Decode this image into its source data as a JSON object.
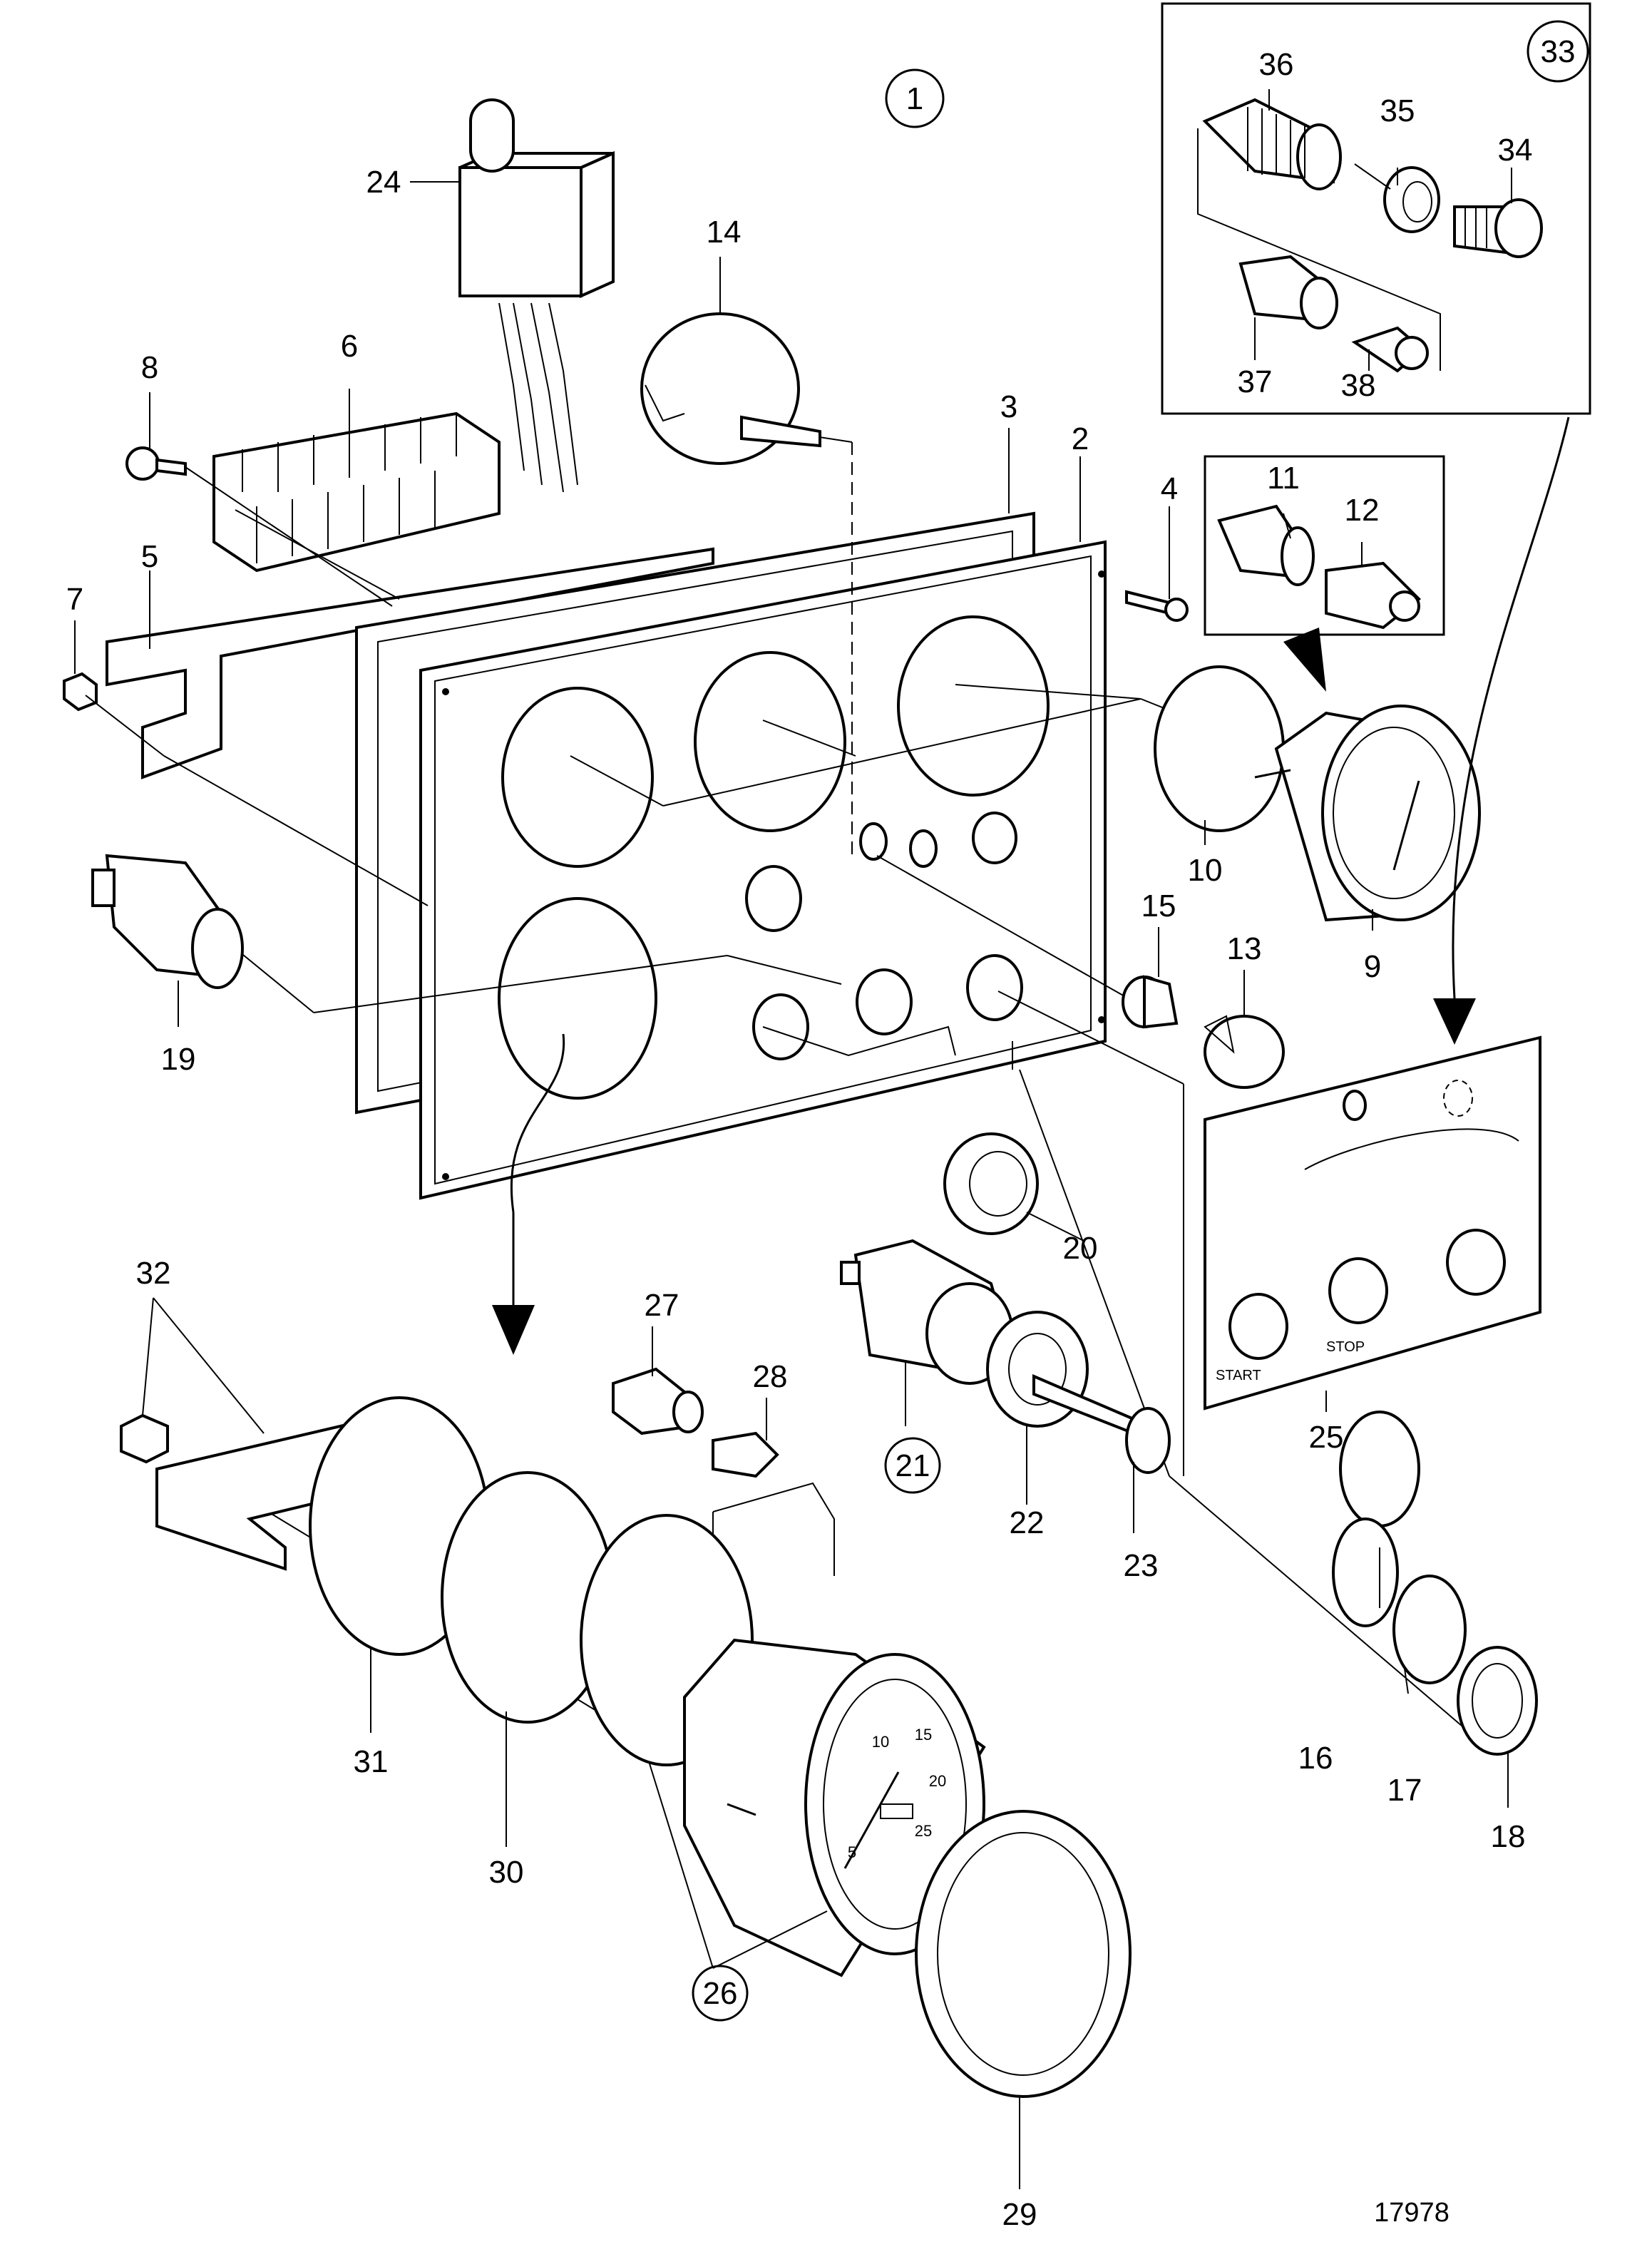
{
  "figure_number": "17978",
  "callouts": [
    "1",
    "2",
    "3",
    "4",
    "5",
    "6",
    "7",
    "8",
    "9",
    "10",
    "11",
    "12",
    "13",
    "14",
    "15",
    "16",
    "17",
    "18",
    "19",
    "20",
    "21",
    "22",
    "23",
    "24",
    "25",
    "26",
    "27",
    "28",
    "29",
    "30",
    "31",
    "32",
    "33",
    "34",
    "35",
    "36",
    "37",
    "38"
  ],
  "panel_labels": {
    "start": "START",
    "stop": "STOP"
  },
  "tacho_scale": [
    "5",
    "10",
    "15",
    "20",
    "25"
  ]
}
